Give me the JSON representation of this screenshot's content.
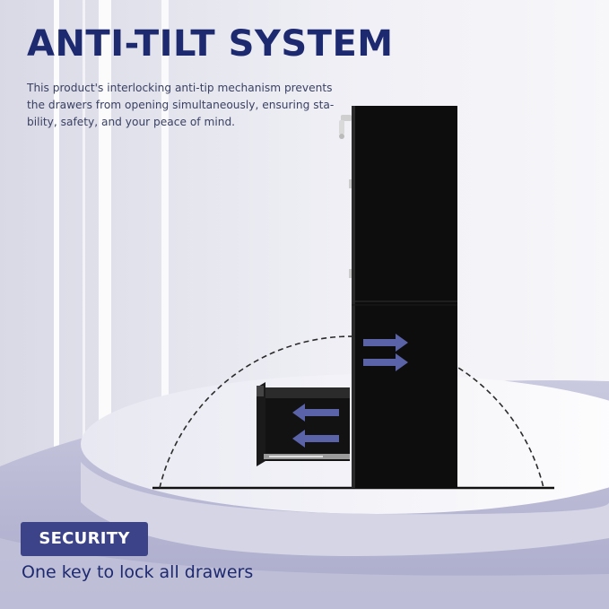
{
  "header": {
    "title": "ANTI-TILT SYSTEM",
    "description": "This product's interlocking anti-tip mechanism prevents the drawers from opening simultaneously, ensuring sta-bility, safety, and your peace of mind."
  },
  "badge": {
    "label": "SECURITY"
  },
  "tagline": "One key to lock all drawers",
  "colors": {
    "title": "#1e2a6f",
    "badge_bg": "#3c4389",
    "cabinet": "#0d0d0d",
    "arrows": "#5b63a8"
  },
  "icons": {
    "arrow_right": "right-arrow-icon",
    "arrow_left": "left-arrow-icon"
  }
}
